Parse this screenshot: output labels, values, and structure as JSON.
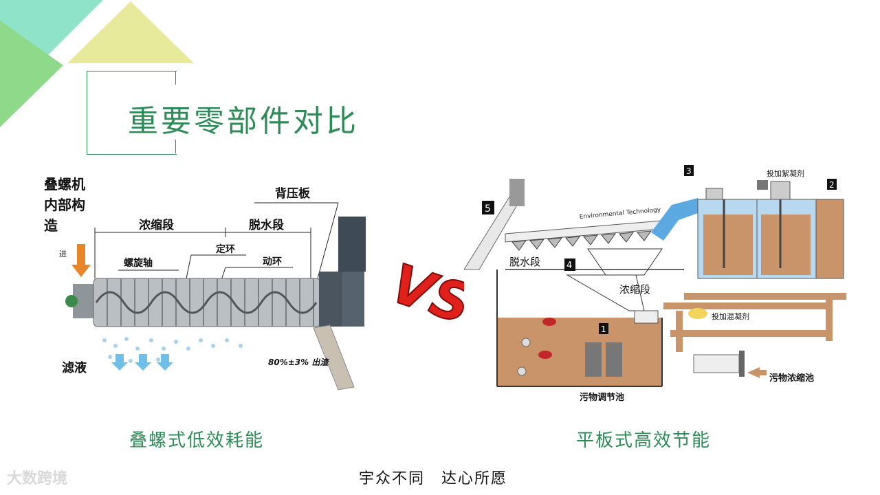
{
  "title": "重要零部件对比",
  "left_figure": {
    "heading": [
      "叠螺机",
      "内部构",
      "造"
    ],
    "inlet": "进",
    "thickening_section": "浓缩段",
    "dewatering_section": "脱水段",
    "back_pressure_plate": "背压板",
    "fixed_ring": "定环",
    "moving_ring": "动环",
    "screw_shaft": "螺旋轴",
    "filtrate": "滤液",
    "sludge_out": "80%±3% 出渣"
  },
  "right_figure": {
    "brand_label": "Environmental Technology",
    "dewatering_section": "脱水段",
    "thickening_section": "浓缩段",
    "flocculant": "投加絮凝剂",
    "coagulant": "投加混凝剂",
    "sludge_tank": "污物浓缩池",
    "regulating_tank": "污物调节池",
    "markers": [
      "1",
      "2",
      "3",
      "4",
      "5"
    ]
  },
  "vs_text": "VS",
  "caption_left": "叠螺式低效耗能",
  "caption_right": "平板式高效节能",
  "slogan": "宇众不同　达心所愿",
  "watermark": "大数跨境",
  "colors": {
    "accent_green": "#2e8b57",
    "corner_green": "#8fd98a",
    "corner_teal": "#8fe3c8",
    "corner_yellow": "#e6ea9a",
    "vs_red": "#e0201b",
    "tank_brown": "#c9946a"
  }
}
